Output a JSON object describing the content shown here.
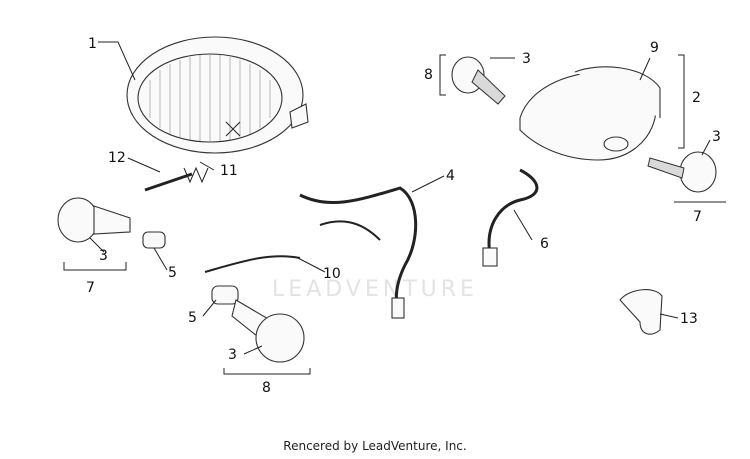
{
  "watermark": "LEADVENTURE",
  "footer": "Rencered by LeadVenture, Inc.",
  "callouts": {
    "c1": "1",
    "c2": "2",
    "c3a": "3",
    "c3b": "3",
    "c3c": "3",
    "c3d": "3",
    "c4": "4",
    "c5a": "5",
    "c5b": "5",
    "c6": "6",
    "c7a": "7",
    "c7b": "7",
    "c8a": "8",
    "c8b": "8",
    "c9": "9",
    "c10": "10",
    "c11": "11",
    "c12": "12",
    "c13": "13"
  }
}
